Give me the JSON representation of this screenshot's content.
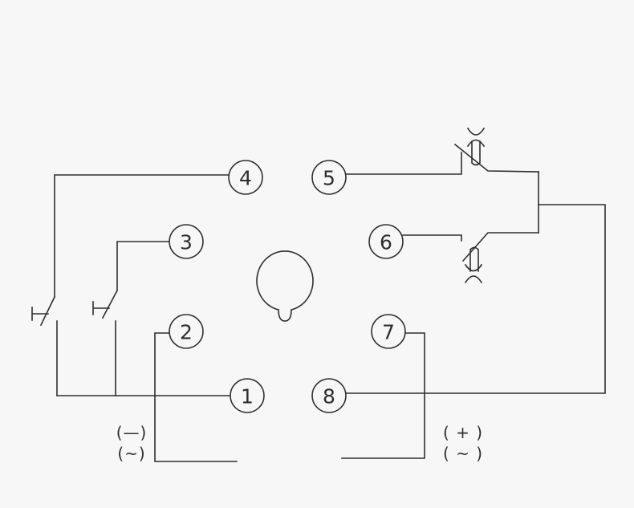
{
  "pins": [
    "1",
    "2",
    "3",
    "4",
    "5",
    "6",
    "7",
    "8"
  ],
  "polarity": {
    "left": [
      "(—)",
      "(~)"
    ],
    "right": [
      "( + )",
      "( ~ )"
    ]
  },
  "colors": {
    "line": "#2e2e2e",
    "background": "#f7f7f7"
  }
}
